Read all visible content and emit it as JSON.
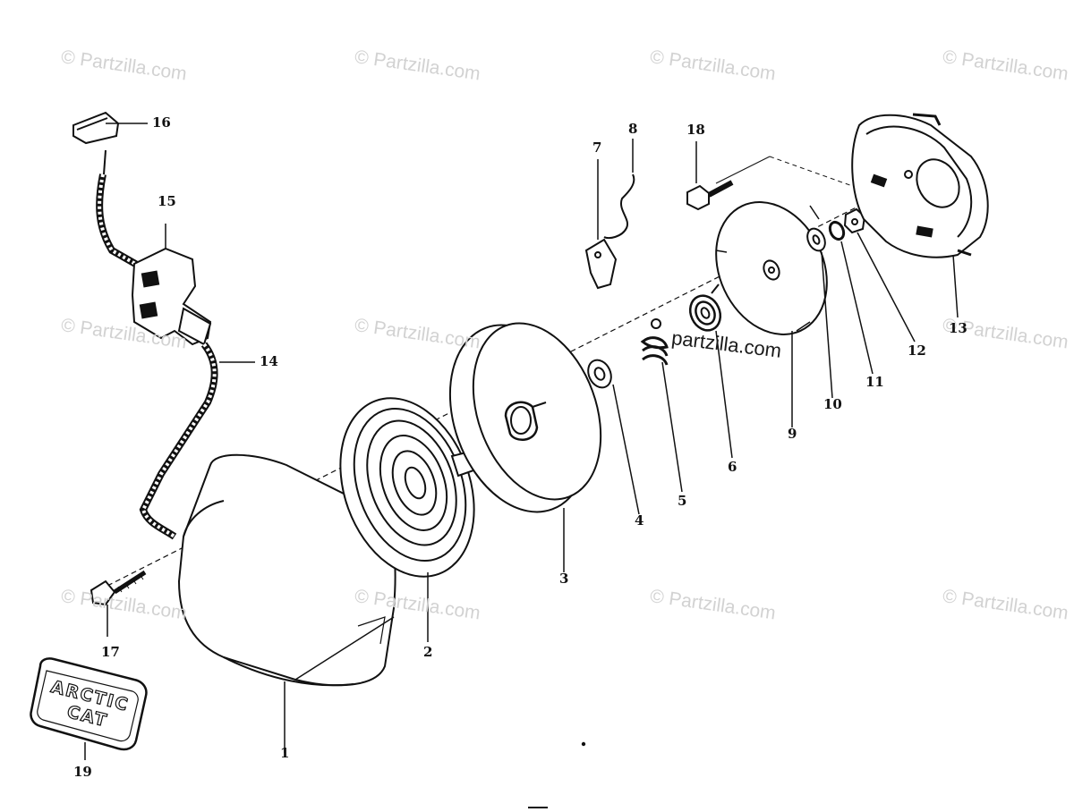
{
  "watermark": "© Partzilla.com",
  "inline_watermark": "partzilla.com",
  "callouts": [
    "1",
    "2",
    "3",
    "4",
    "5",
    "6",
    "7",
    "8",
    "9",
    "10",
    "11",
    "12",
    "13",
    "14",
    "15",
    "16",
    "17",
    "18",
    "19"
  ],
  "emblem": {
    "line1": "ARCTIC",
    "line2": "CAT"
  },
  "colors": {
    "ink": "#111111",
    "watermark": "#d2d2d2",
    "background": "#ffffff"
  }
}
